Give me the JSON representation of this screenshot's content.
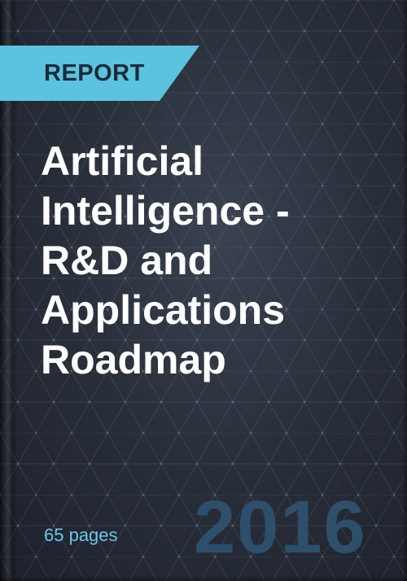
{
  "badge": {
    "label": "REPORT",
    "color": "#5bc3de"
  },
  "title_lines": [
    "Artificial",
    "Intelligence -",
    "R&D and",
    "Applications",
    "Roadmap"
  ],
  "page_count": "65 pages",
  "year": "2016",
  "colors": {
    "background": "#2a303b",
    "title": "#ffffff",
    "pages_text": "#6cc6e4",
    "year_text": "#2e4f6c"
  }
}
